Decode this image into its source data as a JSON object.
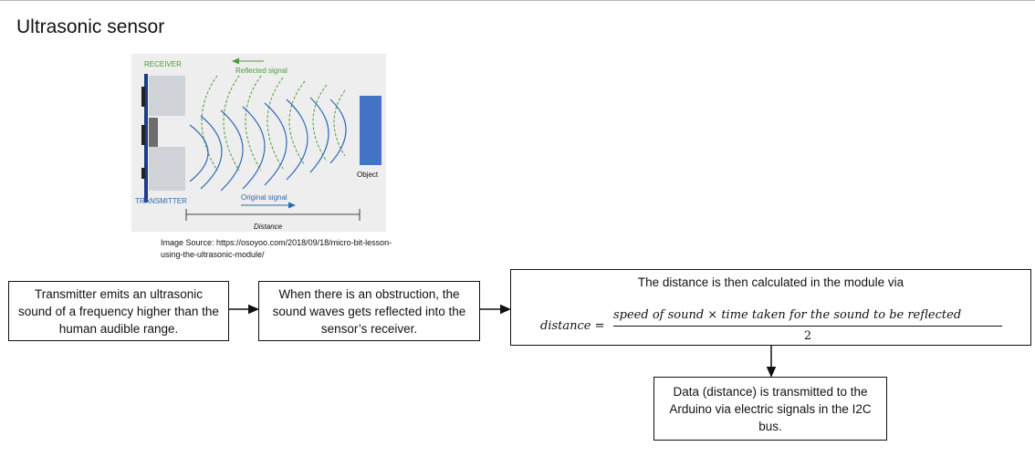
{
  "title": "Ultrasonic sensor",
  "illustration": {
    "receiver_label": "RECEIVER",
    "transmitter_label": "TRANSMITTER",
    "reflected_label": "Reflected signal",
    "original_label": "Original signal",
    "object_label": "Object",
    "distance_label": "Distance"
  },
  "caption": "Image Source: https://osoyoo.com/2018/09/18/micro-bit-lesson-using-the-ultrasonic-module/",
  "steps": {
    "emit": "Transmitter emits an ultrasonic sound of a frequency higher than the human audible range.",
    "reflect": "When there is an obstruction, the sound waves gets reflected into the sensor’s receiver.",
    "calc_intro": "The distance is then calculated in the module via",
    "formula_lhs": "distance =",
    "formula_numerator": "speed of sound × time taken for the sound to be reflected",
    "formula_denominator": "2",
    "transmit": "Data (distance) is transmitted to the Arduino via electric signals in the I2C bus."
  },
  "colors": {
    "receiver_green": "#4e9a3a",
    "transmitter_blue": "#2e6bb5",
    "object_blue": "#4472c4",
    "sensor_bar": "#1f3a8a"
  }
}
